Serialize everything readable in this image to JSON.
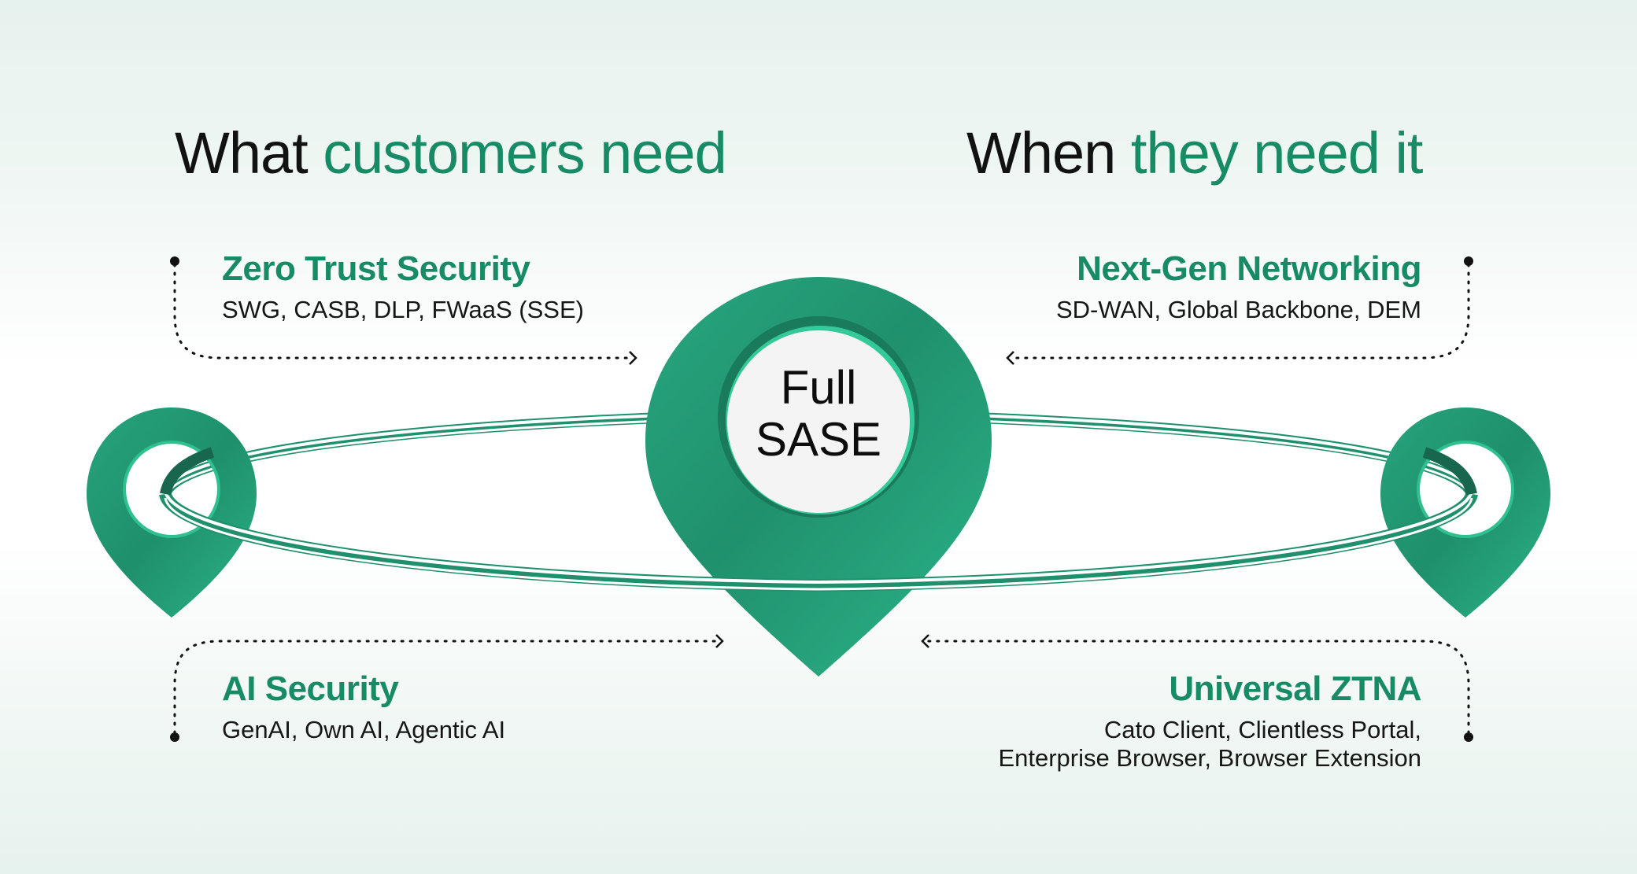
{
  "headings": {
    "left": {
      "dark": "What",
      "accent": "customers need"
    },
    "right": {
      "dark": "When",
      "accent": "they need it"
    }
  },
  "center": {
    "line1": "Full",
    "line2": "SASE"
  },
  "capabilities": [
    {
      "title": "Zero Trust Security",
      "lines": [
        "SWG, CASB, DLP, FWaaS (SSE)"
      ]
    },
    {
      "title": "Next-Gen Networking",
      "lines": [
        "SD-WAN, Global Backbone, DEM"
      ]
    },
    {
      "title": "AI Security",
      "lines": [
        "GenAI, Own AI, Agentic AI"
      ]
    },
    {
      "title": "Universal ZTNA",
      "lines": [
        "Cato Client, Clientless Portal,",
        "Enterprise Browser, Browser Extension"
      ]
    }
  ],
  "colors": {
    "accent": "#178a66",
    "pin_green": "#23a07a",
    "pin_dark": "#1b7d5e",
    "ring_dark": "#17664d",
    "text_dark": "#121212"
  }
}
